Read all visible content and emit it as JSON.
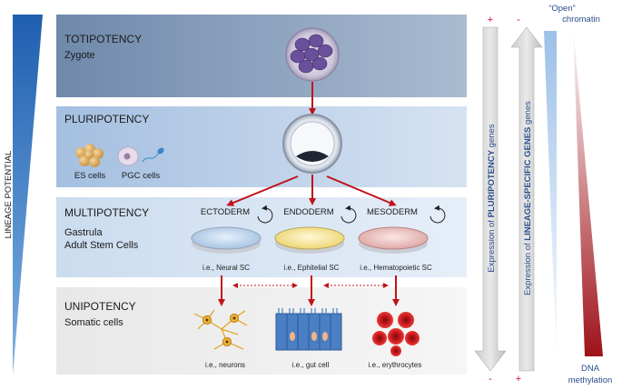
{
  "lineage_axis": {
    "label": "LINEAGE POTENTIAL"
  },
  "bands": [
    {
      "title": "TOTIPOTENCY",
      "subtitle": "Zygote"
    },
    {
      "title": "PLURIPOTENCY",
      "subtitle": ""
    },
    {
      "title": "MULTIPOTENCY",
      "subtitle": "Gastrula",
      "subtitle2": "Adult Stem Cells"
    },
    {
      "title": "UNIPOTENCY",
      "subtitle": "Somatic cells"
    }
  ],
  "pluripotent_cells": [
    {
      "label": "ES cells"
    },
    {
      "label": "PGC cells"
    }
  ],
  "germ_layers": [
    {
      "name": "ECTODERM",
      "stem_cell": "i.e., Neural SC",
      "somatic": "i.e., neurons"
    },
    {
      "name": "ENDODERM",
      "stem_cell": "i.e., Ephitelial SC",
      "somatic": "i.e., gut cell"
    },
    {
      "name": "MESODERM",
      "stem_cell": "i.e., Hematopoietic SC",
      "somatic": "i.e., erythrocytes"
    }
  ],
  "pluripotency_arrow": {
    "prefix": "Expression of ",
    "bold": "PLURIPOTENCY",
    "suffix": " genes",
    "top_sign": "+",
    "bottom_sign": "-"
  },
  "lineage_arrow": {
    "prefix": "Expression of ",
    "bold": "LINEAGE-SPECIFIC GENES",
    "suffix": " genes",
    "top_sign": "-",
    "bottom_sign": "+"
  },
  "chromatin": {
    "line1": "“Open”",
    "line2": "chromatin"
  },
  "methylation": {
    "line1": "DNA",
    "line2": "methylation"
  },
  "colors": {
    "accent_red": "#c0141a",
    "sign_red": "#c8102e",
    "wedge_blue": "#2f6fb8",
    "methylation_red": "#a3141b"
  }
}
